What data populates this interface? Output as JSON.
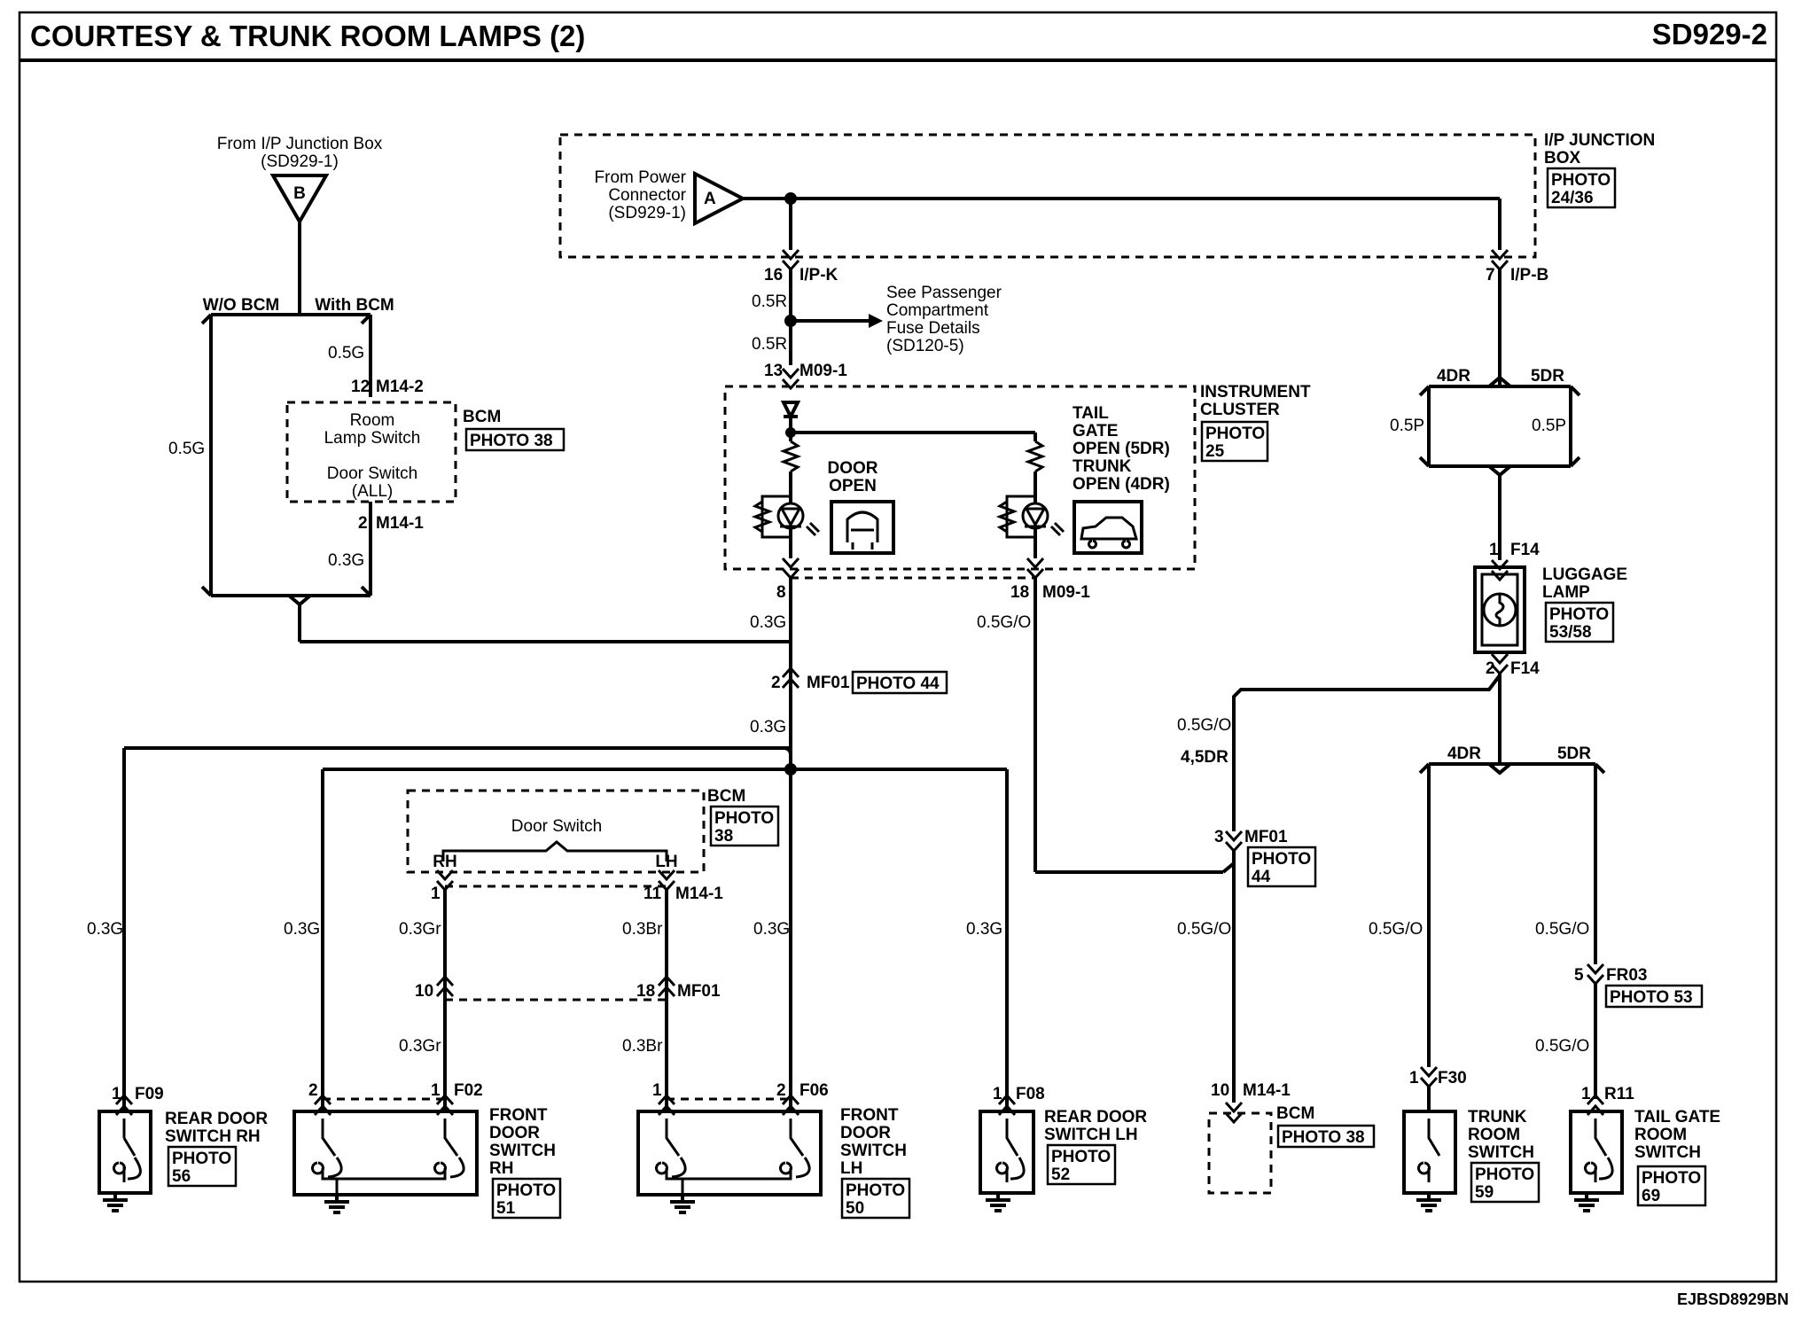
{
  "header": {
    "title": "COURTESY & TRUNK ROOM LAMPS (2)",
    "code": "SD929-2",
    "footer_code": "EJBSD8929BN"
  },
  "from_ip": {
    "line1": "From I/P Junction Box",
    "line2": "(SD929-1)",
    "letter": "B"
  },
  "from_power": {
    "line1": "From Power",
    "line2": "Connector",
    "line3": "(SD929-1)",
    "letter": "A"
  },
  "ip_jb": {
    "line1": "I/P JUNCTION",
    "line2": "BOX",
    "photo1": "PHOTO",
    "photo2": "24/36"
  },
  "bcm_top": {
    "name": "BCM",
    "photo": "PHOTO 38",
    "room1": "Room",
    "room2": "Lamp Switch",
    "door1": "Door Switch",
    "door2": "(ALL)",
    "pin_in": "12",
    "conn_in": "M14-2",
    "pin_out": "2",
    "conn_out": "M14-1"
  },
  "wo_bcm": "W/O BCM",
  "with_bcm": "With BCM",
  "ipk": {
    "pin": "16",
    "conn": "I/P-K"
  },
  "ipb": {
    "pin": "7",
    "conn": "I/P-B"
  },
  "see_pass": {
    "line1": "See Passenger",
    "line2": "Compartment",
    "line3": "Fuse Details",
    "line4": "(SD120-5)"
  },
  "m09": {
    "pin": "13",
    "conn": "M09-1",
    "pin8": "8",
    "pin18": "18",
    "conn18": "M09-1"
  },
  "cluster": {
    "line1": "INSTRUMENT",
    "line2": "CLUSTER",
    "photo1": "PHOTO",
    "photo2": "25",
    "door1": "DOOR",
    "door2": "OPEN",
    "tail1": "TAIL",
    "tail2": "GATE",
    "tail3": "OPEN (5DR)",
    "tail4": "TRUNK",
    "tail5": "OPEN (4DR)"
  },
  "mf01_main": {
    "pin": "2",
    "conn": "MF01",
    "photo": "PHOTO 44"
  },
  "mf01_right": {
    "pin": "3",
    "conn": "MF01",
    "photo1": "PHOTO",
    "photo2": "44"
  },
  "luggage": {
    "pin1": "1",
    "conn1": "F14",
    "pin2": "2",
    "conn2": "F14",
    "line1": "LUGGAGE",
    "line2": "LAMP",
    "photo1": "PHOTO",
    "photo2": "53/58"
  },
  "dr4": "4DR",
  "dr5": "5DR",
  "dr45": "4,5DR",
  "bcm_door": {
    "name": "BCM",
    "photo1": "PHOTO",
    "photo2": "38",
    "title": "Door Switch",
    "rh": "RH",
    "lh": "LH",
    "pin_rh": "1",
    "pin_lh": "11",
    "conn": "M14-1"
  },
  "mf01_mid": {
    "pin_rh": "10",
    "pin_lh": "18",
    "conn": "MF01"
  },
  "wires": {
    "w05g": "0.5G",
    "w05r": "0.5R",
    "w03g": "0.3G",
    "w05go": "0.5G/O",
    "w05p": "0.5P",
    "w03gr": "0.3Gr",
    "w03br": "0.3Br"
  },
  "comp_rear_rh": {
    "pin": "1",
    "conn": "F09",
    "line1": "REAR DOOR",
    "line2": "SWITCH RH",
    "photo1": "PHOTO",
    "photo2": "56"
  },
  "comp_front_rh": {
    "pin_a": "2",
    "pin_b": "1",
    "conn": "F02",
    "line1": "FRONT",
    "line2": "DOOR",
    "line3": "SWITCH",
    "line4": "RH",
    "photo1": "PHOTO",
    "photo2": "51"
  },
  "comp_front_lh": {
    "pin_a": "1",
    "pin_b": "2",
    "conn": "F06",
    "line1": "FRONT",
    "line2": "DOOR",
    "line3": "SWITCH",
    "line4": "LH",
    "photo1": "PHOTO",
    "photo2": "50"
  },
  "comp_rear_lh": {
    "pin": "1",
    "conn": "F08",
    "line1": "REAR DOOR",
    "line2": "SWITCH LH",
    "photo1": "PHOTO",
    "photo2": "52"
  },
  "comp_bcm_bottom": {
    "pin": "10",
    "conn": "M14-1",
    "name": "BCM",
    "photo": "PHOTO 38"
  },
  "comp_trunk": {
    "pin": "1",
    "conn": "F30",
    "line1": "TRUNK",
    "line2": "ROOM",
    "line3": "SWITCH",
    "photo1": "PHOTO",
    "photo2": "59"
  },
  "comp_tail": {
    "pin": "1",
    "conn": "R11",
    "line1": "TAIL GATE",
    "line2": "ROOM",
    "line3": "SWITCH",
    "photo1": "PHOTO",
    "photo2": "69"
  },
  "fr03": {
    "pin": "5",
    "conn": "FR03",
    "photo": "PHOTO 53"
  }
}
